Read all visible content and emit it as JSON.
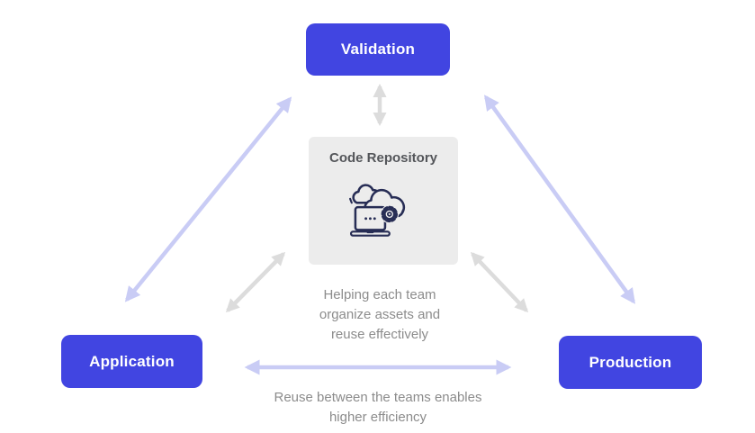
{
  "diagram": {
    "nodes": {
      "validation": {
        "label": "Validation"
      },
      "application": {
        "label": "Application"
      },
      "production": {
        "label": "Production"
      }
    },
    "hub": {
      "title": "Code Repository",
      "icon": "cloud-gear-laptop-icon"
    },
    "captions": {
      "hub_lines": [
        "Helping each team",
        "organize assets and",
        "reuse effectively"
      ],
      "bottom_lines": [
        "Reuse between the teams enables",
        "higher efficiency"
      ]
    },
    "connections": [
      {
        "from": "validation",
        "to": "code-repository",
        "style": "gray",
        "bidirectional": true
      },
      {
        "from": "application",
        "to": "code-repository",
        "style": "gray",
        "bidirectional": true
      },
      {
        "from": "production",
        "to": "code-repository",
        "style": "gray",
        "bidirectional": true
      },
      {
        "from": "validation",
        "to": "application",
        "style": "lavender",
        "bidirectional": true
      },
      {
        "from": "validation",
        "to": "production",
        "style": "lavender",
        "bidirectional": true
      },
      {
        "from": "application",
        "to": "production",
        "style": "lavender",
        "bidirectional": true
      }
    ],
    "colors": {
      "node_bg": "#4145e1",
      "node_text": "#ffffff",
      "hub_bg": "#ececec",
      "hub_title": "#54565a",
      "icon": "#272d55",
      "arrow_teams": "#c9ccf5",
      "arrow_hub": "#dcdcdc",
      "caption_text": "#8c8c8c"
    }
  }
}
